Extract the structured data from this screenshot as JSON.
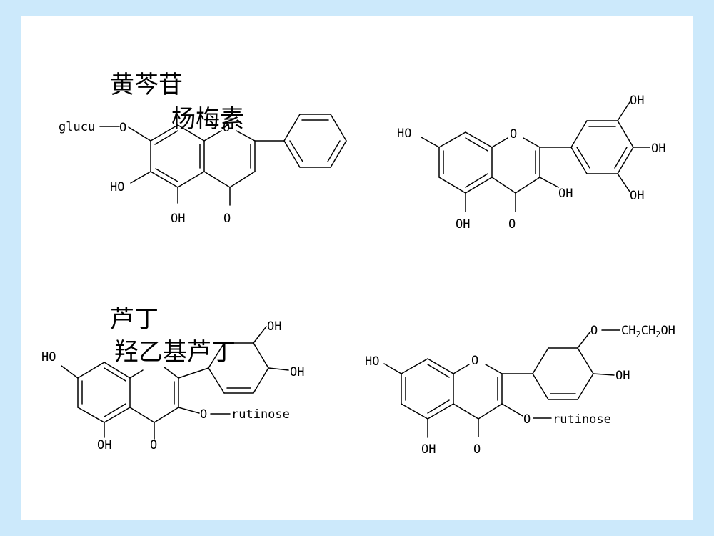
{
  "slide": {
    "background_color": "#cce9fb",
    "panel_color": "#ffffff"
  },
  "structures": {
    "baicalin": {
      "title": "黄芩苷",
      "labels": {
        "glucu": "glucu",
        "o_link": "O",
        "o_ring": "O",
        "ho": "HO",
        "oh": "OH",
        "o_keto": "O"
      }
    },
    "myricetin": {
      "title": "杨梅素",
      "labels": {
        "ho": "HO",
        "o_ring": "O",
        "oh_top": "OH",
        "oh_mid": "OH",
        "oh_bot": "OH",
        "oh_3": "OH",
        "oh_5": "OH",
        "o_keto": "O"
      }
    },
    "rutin": {
      "title": "芦丁",
      "labels": {
        "ho": "HO",
        "oh_top": "OH",
        "oh_mid": "OH",
        "o_rut": "O",
        "rutinose": "rutinose",
        "oh_5": "OH",
        "o_keto": "O"
      }
    },
    "hydroxyethylrutin": {
      "title": "羟乙基芦丁",
      "labels": {
        "ho": "HO",
        "o_ring": "O",
        "o_ether": "O",
        "ch2a": "CH",
        "sub2a": "2",
        "ch2b": "CH",
        "sub2b": "2",
        "oh_end": "OH",
        "oh_4": "OH",
        "o_rut": "O",
        "rutinose": "rutinose",
        "oh_5": "OH",
        "o_keto": "O"
      }
    }
  }
}
